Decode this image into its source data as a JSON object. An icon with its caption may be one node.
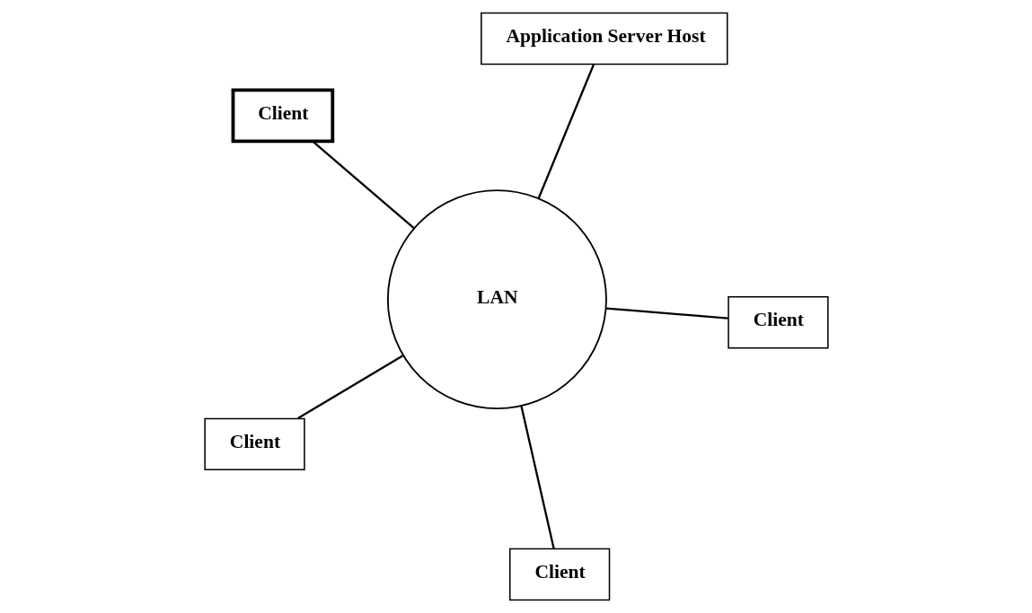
{
  "diagram": {
    "nodes": [
      {
        "text": [
          "Client"
        ]
      },
      {
        "text": [
          "Client"
        ]
      },
      {
        "text": [
          "Client"
        ]
      },
      {
        "text": [
          "Application Server Host"
        ]
      },
      {
        "text": [
          "LAN"
        ]
      },
      {
        "text": [
          "Client"
        ]
      }
    ],
    "edges": [
      {
        "from": 0,
        "to": 4,
        "arrow": "none"
      },
      {
        "from": 1,
        "to": 4,
        "arrow": "none"
      },
      {
        "from": 4,
        "to": 2,
        "arrow": "none"
      },
      {
        "from": 3,
        "to": 4,
        "arrow": "none"
      },
      {
        "from": 4,
        "to": 5,
        "arrow": "none"
      }
    ]
  }
}
